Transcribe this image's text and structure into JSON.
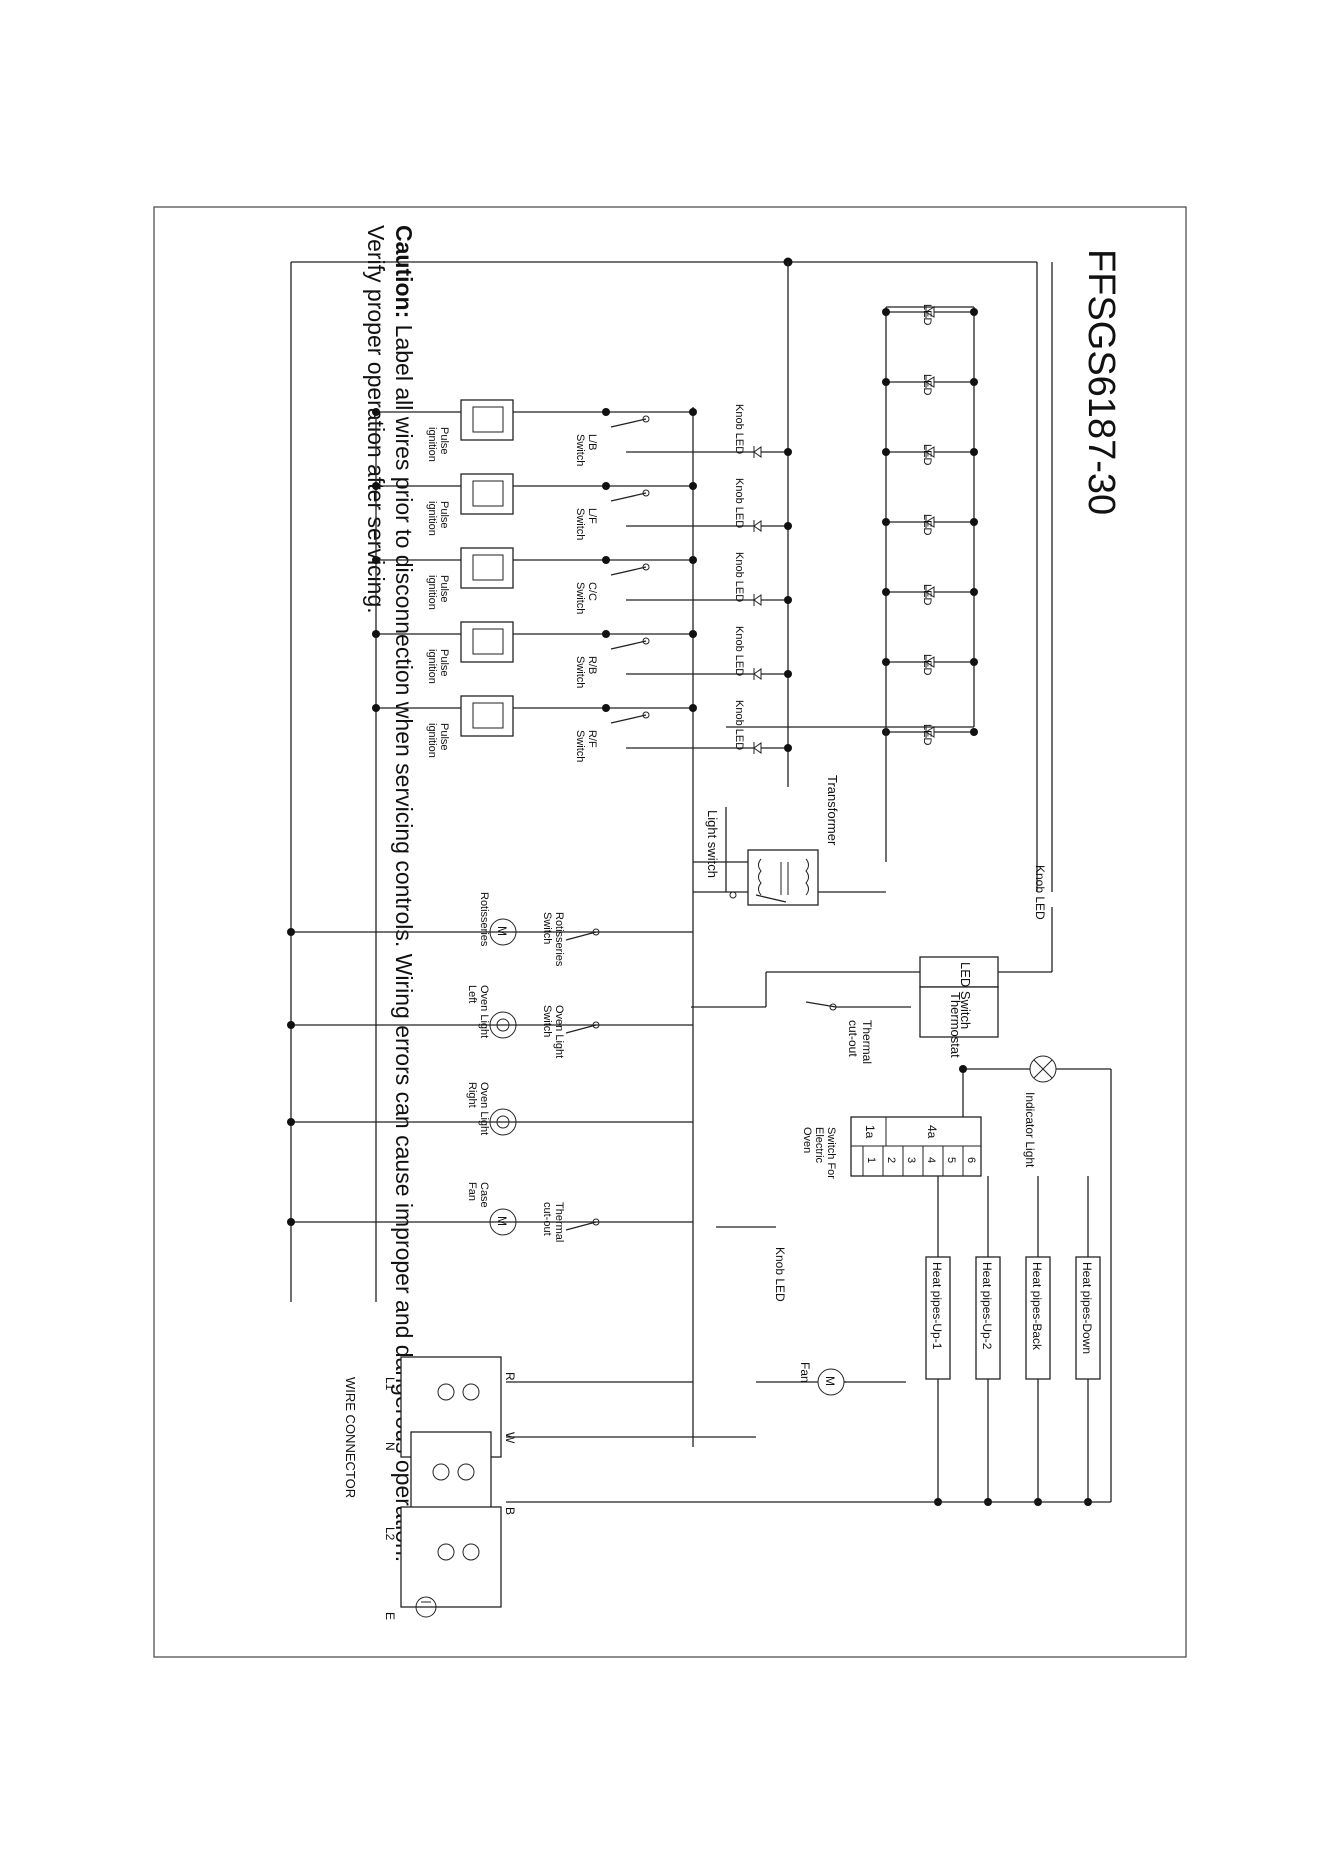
{
  "title": "FFSGS6187-30",
  "caution": {
    "bold": "Caution:",
    "line1": " Label all wires prior to disconnection when servicing controls. Wiring errors can cause improper and dangerous operation.",
    "line2": "Verify proper operation after servicing."
  },
  "labels": {
    "led": "LED",
    "knob_led": "Knob LED",
    "pulse_ignition": [
      "Pulse",
      "ignition"
    ],
    "switches": [
      [
        "L/B",
        "Switch"
      ],
      [
        "L/F",
        "Switch"
      ],
      [
        "C/C",
        "Switch"
      ],
      [
        "R/B",
        "Switch"
      ],
      [
        "R/F",
        "Switch"
      ]
    ],
    "transformer": "Transformer",
    "light_switch": "Light switch",
    "led_switch": "LED Switch",
    "thermostat": "Thermostat",
    "thermal_cutout": [
      "Thermal",
      "cut-out"
    ],
    "indicator_light": "Indicator Light",
    "rotisseries": "Rotisseries",
    "rotisseries_switch": [
      "Rotisseries",
      "Switch"
    ],
    "oven_light_left": [
      "Oven Light",
      "Left"
    ],
    "oven_light_right": [
      "Oven Light",
      "Right"
    ],
    "oven_light_switch": [
      "Oven Light",
      "Switch"
    ],
    "case_fan": [
      "Case",
      "Fan"
    ],
    "fan": "Fan",
    "motor": "M",
    "switch_electric_oven": [
      "Switch For",
      "Electric",
      "Oven"
    ],
    "switch_contacts": [
      "1a",
      "4a"
    ],
    "switch_pins": [
      "1",
      "2",
      "3",
      "4",
      "5",
      "6"
    ],
    "heat_pipes": [
      "Heat pipes-Up-1",
      "Heat pipes-Up-2",
      "Heat pipes-Back",
      "Heat pipes-Down"
    ],
    "wire_connector": "WIRE CONNECTOR",
    "terminals": [
      "R",
      "W",
      "B"
    ],
    "terminal_lines": [
      "L1",
      "N",
      "L2"
    ],
    "earth": "E"
  }
}
